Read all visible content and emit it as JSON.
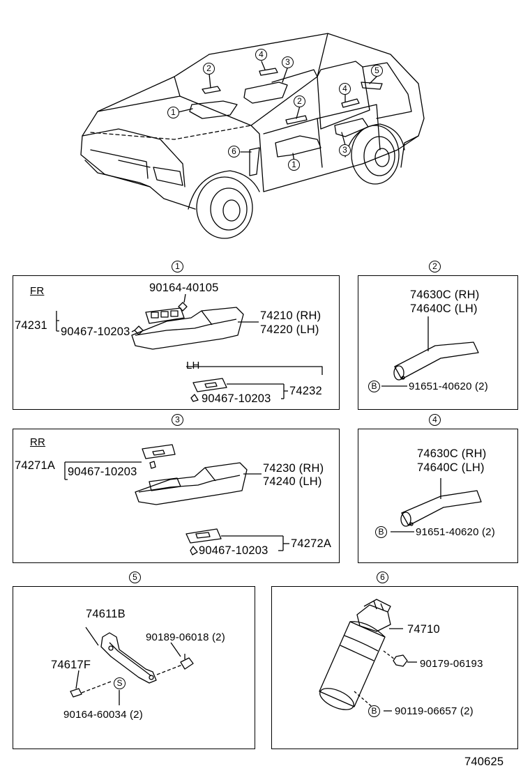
{
  "figure_code": "740625",
  "vehicle_callouts": [
    "1",
    "2",
    "3",
    "4",
    "5",
    "6"
  ],
  "panel1": {
    "number": "1",
    "side": "FR",
    "parts": {
      "screw_top": "90164-40105",
      "switch_group": "74231",
      "clip": "90467-10203",
      "armrest_rh": "74210 (RH)",
      "armrest_lh": "74220 (LH)",
      "lh_label": "LH",
      "lh_clip": "90467-10203",
      "lh_switch": "74232"
    }
  },
  "panel2": {
    "number": "2",
    "parts": {
      "grip_rh": "74630C (RH)",
      "grip_lh": "74640C (LH)",
      "marker": "B",
      "screw": "91651-40620 (2)"
    }
  },
  "panel3": {
    "number": "3",
    "side": "RR",
    "parts": {
      "switch_group": "74271A",
      "clip": "90467-10203",
      "armrest_rh": "74230 (RH)",
      "armrest_lh": "74240 (LH)",
      "lh_clip": "90467-10203",
      "lh_switch": "74272A"
    }
  },
  "panel4": {
    "number": "4",
    "parts": {
      "grip_rh": "74630C (RH)",
      "grip_lh": "74640C (LH)",
      "marker": "B",
      "screw": "91651-40620 (2)"
    }
  },
  "panel5": {
    "number": "5",
    "parts": {
      "grip": "74611B",
      "bolt": "90189-06018 (2)",
      "cover": "74617F",
      "marker": "S",
      "screw": "90164-60034 (2)"
    }
  },
  "panel6": {
    "number": "6",
    "parts": {
      "holder": "74710",
      "nut": "90179-06193",
      "marker": "B",
      "bolt": "90119-06657 (2)"
    }
  }
}
